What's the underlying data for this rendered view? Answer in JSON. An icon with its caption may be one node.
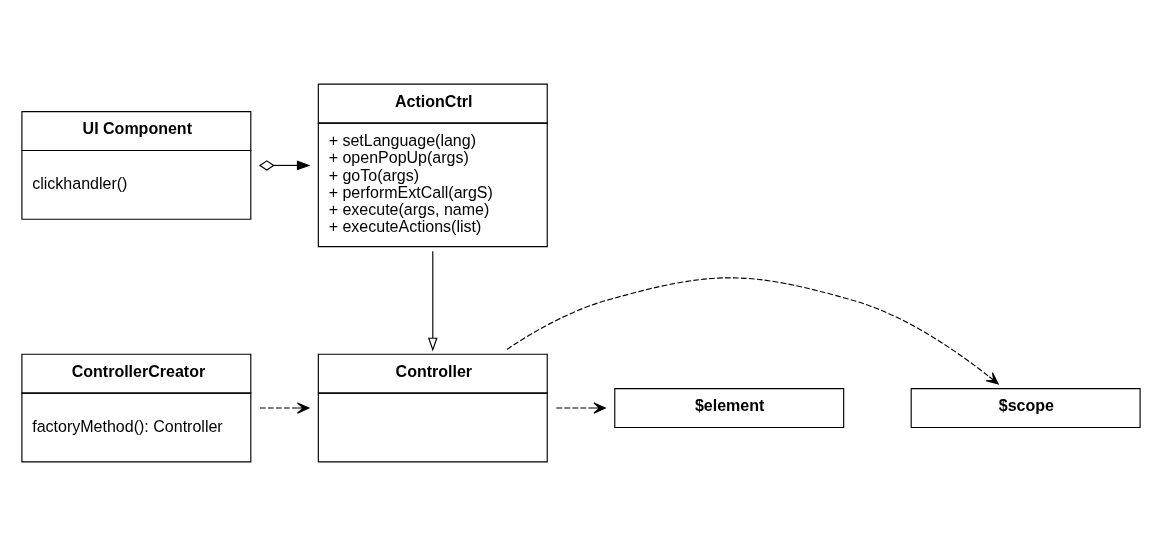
{
  "diagram": {
    "nodes": [
      {
        "text": [
          "$scope"
        ]
      },
      {
        "text": [
          "$element"
        ]
      },
      {
        "text": [
          "Controller"
        ]
      },
      {
        "text": [
          "ControllerCreator",
          "factoryMethod(): Controller"
        ]
      },
      {
        "text": [
          "ActionCtrl",
          "+ setLanguage(lang)",
          "+ openPopUp(args)",
          "+ goTo(args)",
          "+ performExtCall(argS)",
          "+ execute(args, name)",
          "+ executeActions(list)"
        ]
      },
      {
        "text": [
          "UI Component",
          "clickhandler()"
        ]
      }
    ],
    "edges": [
      {
        "from": 2,
        "to": 0,
        "arrow": "to",
        "style": "dashed"
      },
      {
        "from": 2,
        "to": 1,
        "arrow": "to",
        "style": "dashed"
      },
      {
        "from": 3,
        "to": 2,
        "arrow": "to",
        "style": "dashed"
      },
      {
        "from": 4,
        "to": 2,
        "arrow": "to"
      },
      {
        "from": 5,
        "to": 4,
        "arrow": "to"
      }
    ]
  }
}
